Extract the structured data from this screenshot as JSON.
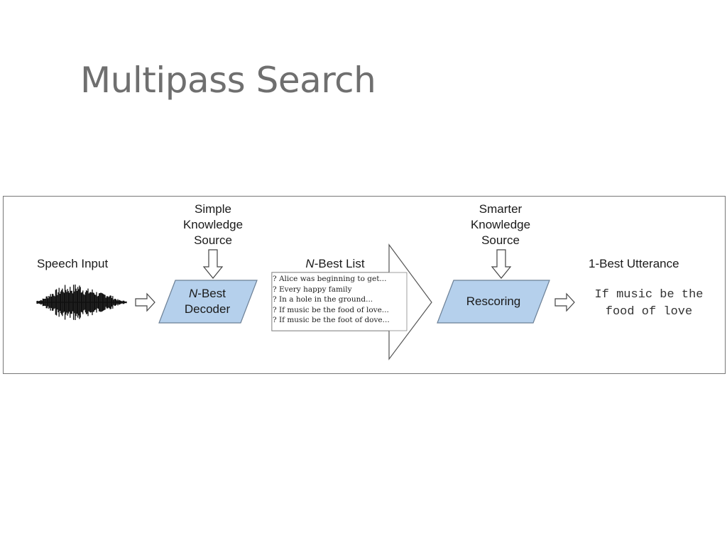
{
  "slide": {
    "title": "Multipass Search"
  },
  "diagram": {
    "speech_input_label": "Speech Input",
    "simple_source_lines": [
      "Simple",
      "Knowledge",
      "Source"
    ],
    "decoder_italic": "N",
    "decoder_rest": "-Best",
    "decoder_line2": "Decoder",
    "nbest_italic": "N",
    "nbest_rest": "-Best List",
    "nbest_items": [
      "? Alice was beginning to get...",
      "? Every happy family",
      "? In a hole in the ground...",
      "? If music be the food of love...",
      "? If music be the foot of dove..."
    ],
    "smarter_source_lines": [
      "Smarter",
      "Knowledge",
      "Source"
    ],
    "rescoring_label": "Rescoring",
    "best_utterance_label": "1-Best Utterance",
    "output_lines": [
      "If music be the",
      "food of love"
    ],
    "colors": {
      "box_fill": "#b5d0ec",
      "box_stroke": "#6b7f95",
      "title_color": "#6f6f6f"
    }
  }
}
